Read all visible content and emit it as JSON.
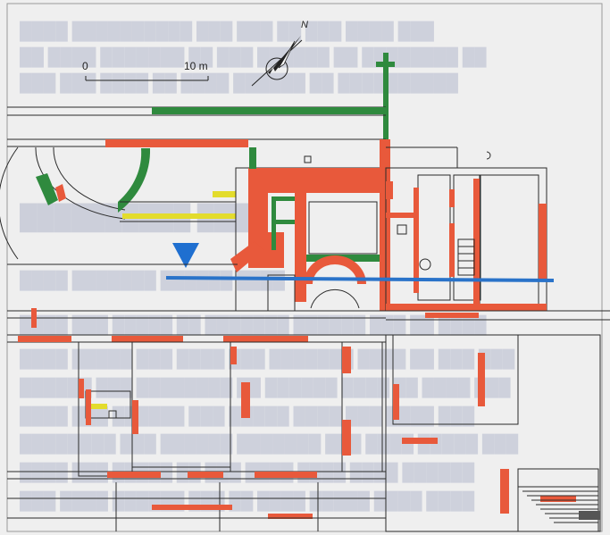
{
  "map": {
    "scale_bar": {
      "start_label": "0",
      "end_label": "10 m"
    },
    "north_arrow": {
      "label": "N"
    },
    "colors": {
      "red": "#e8593b",
      "green": "#2f8a3e",
      "yellow": "#e3dc2c",
      "section_line": "#2a73c9",
      "section_marker": "#1f6fd0",
      "walls": "#2a2a2a",
      "page_background": "#efefef",
      "bleed_through_text": "#1c2f74"
    },
    "legend_icons": [
      "north-arrow-icon",
      "cross-icon",
      "section-marker-triangle-icon"
    ]
  }
}
